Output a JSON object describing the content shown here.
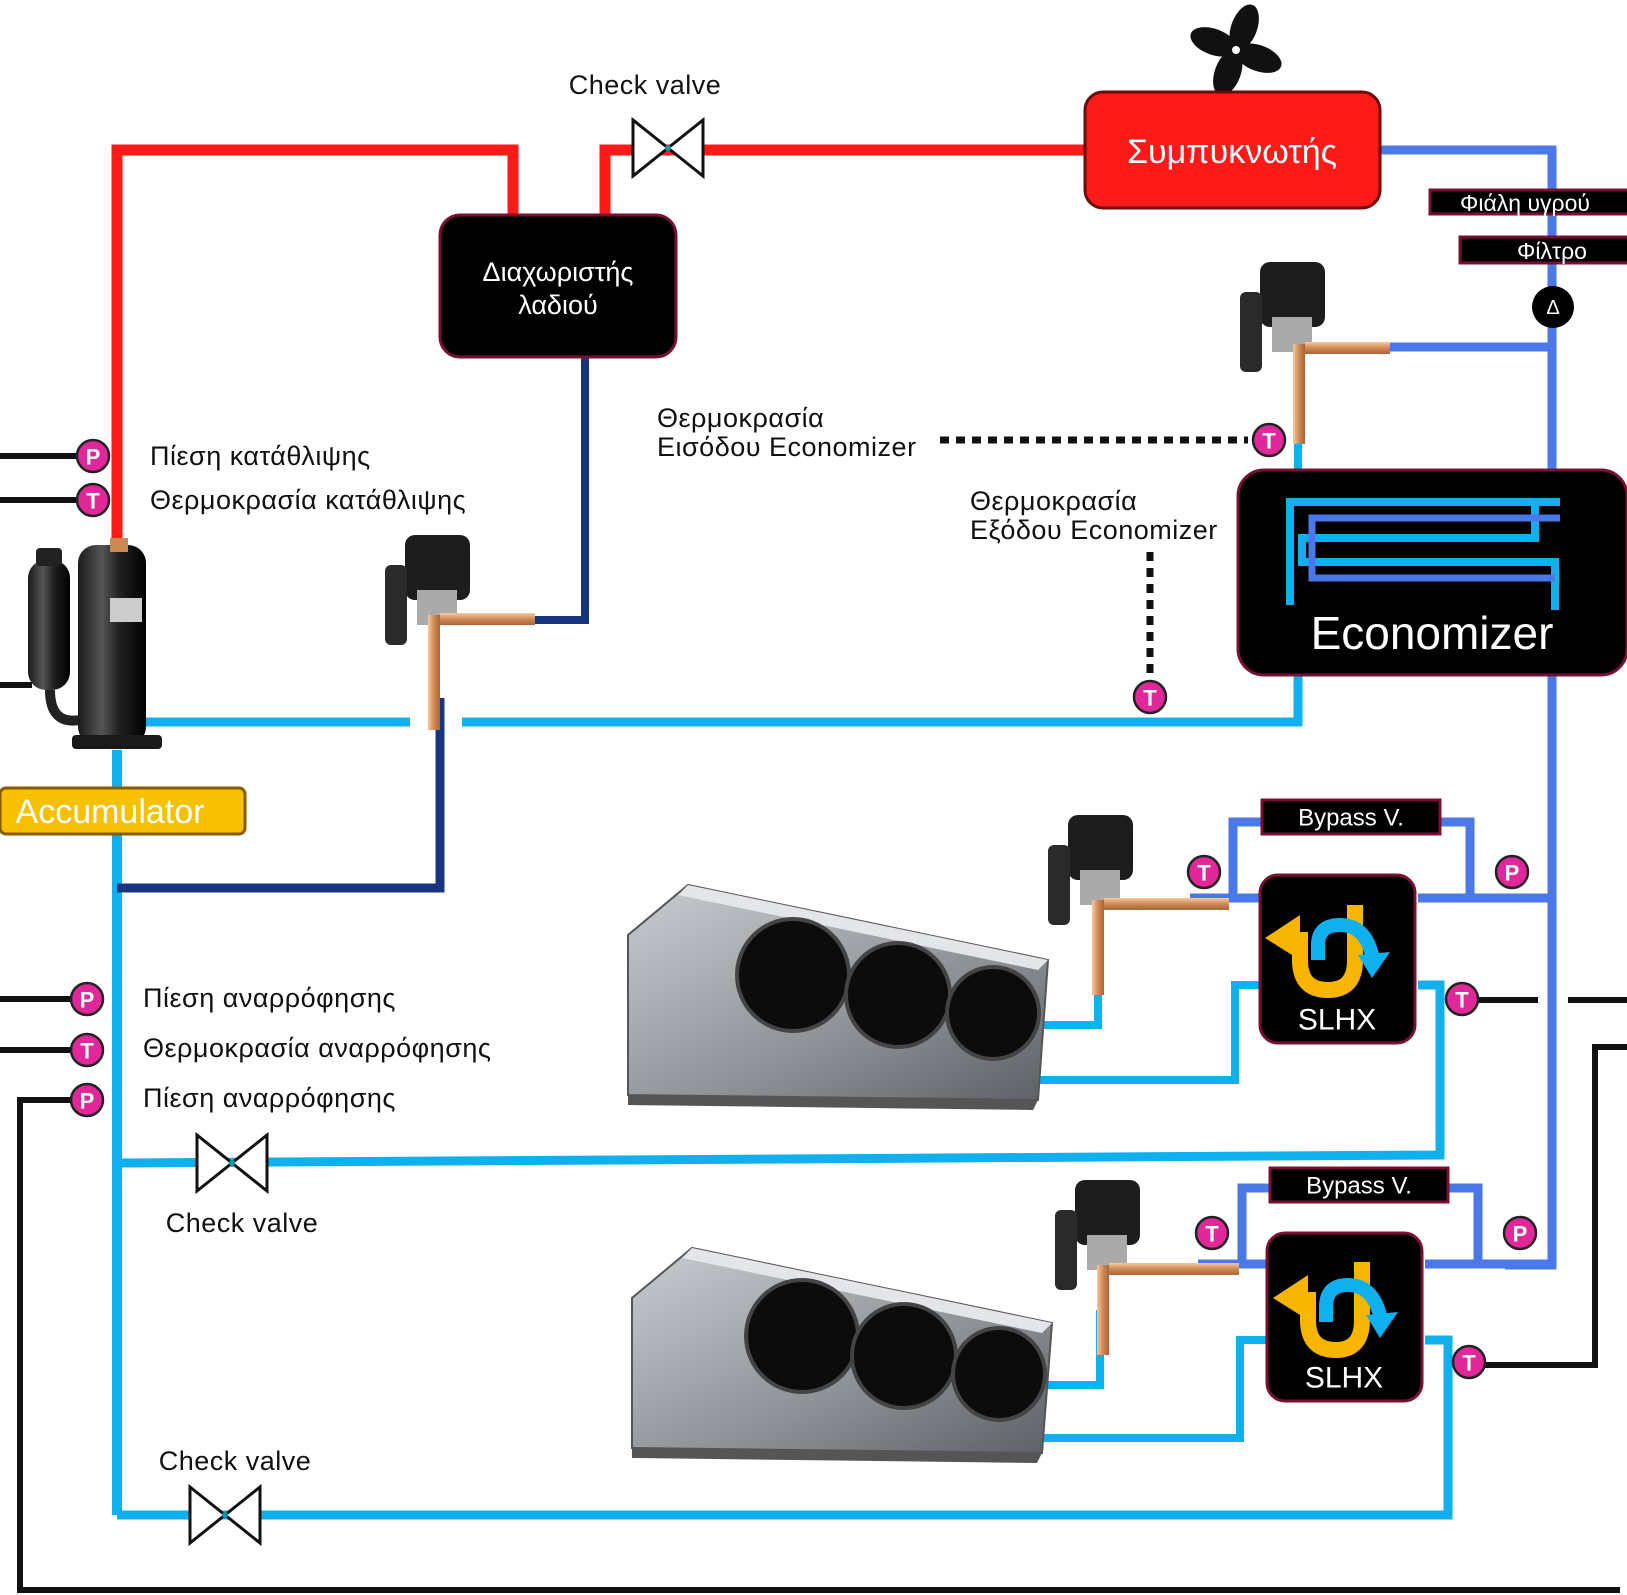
{
  "colors": {
    "discharge": "#ff1a1a",
    "liquid": "#4a78e8",
    "suction": "#10b0ee",
    "oil_return": "#17357f",
    "signal": "#111111",
    "sensor": "#e0289a",
    "accumulator": "#f7c000",
    "box": "#000000",
    "box_border": "#7a1030"
  },
  "labels": {
    "check_valve_top": "Check valve",
    "condenser": "Συμπυκνωτής",
    "receiver": "Φιάλη υγρού",
    "filter": "Φίλτρο",
    "filter_symbol": "Δ",
    "oil_separator_line1": "Διαχωριστής",
    "oil_separator_line2": "λαδιού",
    "econ_in_temp_line1": "Θερμοκρασία",
    "econ_in_temp_line2": "Εισόδου Economizer",
    "econ_out_temp_line1": "Θερμοκρασία",
    "econ_out_temp_line2": "Εξόδου Economizer",
    "economizer": "Economizer",
    "discharge_pressure": "Πίεση κατάθλιψης",
    "discharge_temperature": "Θερμοκρασία κατάθλιψης",
    "accumulator": "Accumulator",
    "bypass_1": "Bypass V.",
    "bypass_2": "Bypass V.",
    "slhx_1": "SLHX",
    "slhx_2": "SLHX",
    "suction_pressure_1": "Πίεση αναρρόφησης",
    "suction_temperature": "Θερμοκρασία αναρρόφησης",
    "suction_pressure_2": "Πίεση αναρρόφησης",
    "check_valve_mid": "Check valve",
    "check_valve_bottom": "Check valve"
  },
  "sensors": {
    "pressure": "P",
    "temperature": "T"
  },
  "icons": {
    "fan": "fan-icon",
    "compressor": "compressor-icon",
    "expansion_valve": "expansion-valve-icon",
    "evaporator": "evaporator-unit-icon",
    "slhx": "u-tube-heat-exchange-icon",
    "check_valve": "check-valve-icon"
  }
}
